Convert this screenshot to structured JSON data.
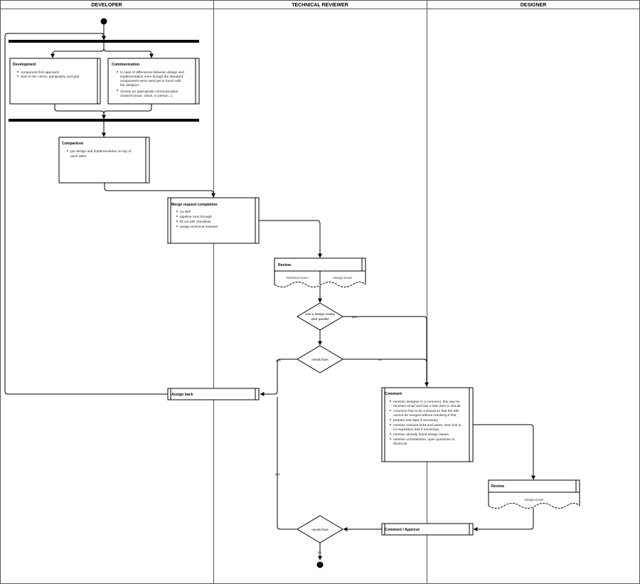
{
  "lanes": [
    "DEVELOPER",
    "TECHNICAL REVIEWER",
    "DESIGNER"
  ],
  "boxes": {
    "development": {
      "title": "Development",
      "items": [
        "component first approach",
        "stick to the colors, typography and grid"
      ]
    },
    "communication": {
      "title": "Communication",
      "items": [
        "In case of differences between design and",
        "implementation even though the standard",
        "components were used get in touch with",
        "the designer",
        "choose an appropriate communication",
        "channel (issue, Slack, in person...)"
      ]
    },
    "comparison": {
      "title": "Comparison",
      "items": [
        "put design and implementation on top of",
        "each other"
      ]
    },
    "merge": {
      "title": "Merge request completion",
      "items": [
        "no WIP",
        "pipeline runs through",
        "fill out MR checklists",
        "assign technical reviewer"
      ]
    },
    "review_tech": {
      "title": "Review",
      "left": "Technical issues",
      "right": "Design issues"
    },
    "assign_back": {
      "title": "Assign back"
    },
    "comment": {
      "title": "Comment",
      "items": [
        "mention designer in a comment, this way he",
        "receives email and has a todo item in GitLab",
        "comment has to be a thread so that the MR",
        "cannot be merged without resolving it first",
        "prepare test data if necessary",
        "mention relevant links and users, even link to",
        "UI regression test if necessary",
        "mention already found design issues",
        "mention uncertainties, open questions or",
        "shortcuts"
      ]
    },
    "review_design": {
      "title": "Review",
      "subtitle": "Design issues"
    },
    "comment_approve": {
      "title": "Comment / Approve"
    }
  },
  "decisions": {
    "parallel": {
      "line1": "Can a design review",
      "line2": "start parallel"
    },
    "needs_fixes_1": {
      "text": "needs fixes"
    },
    "needs_fixes_2": {
      "text": "needs fixes"
    }
  },
  "edge_labels": {
    "parallel_yes": "yes",
    "fixes1_yes": "yes",
    "fixes1_no": "no",
    "fixes2_yes": "yes",
    "fixes2_no": "no"
  }
}
